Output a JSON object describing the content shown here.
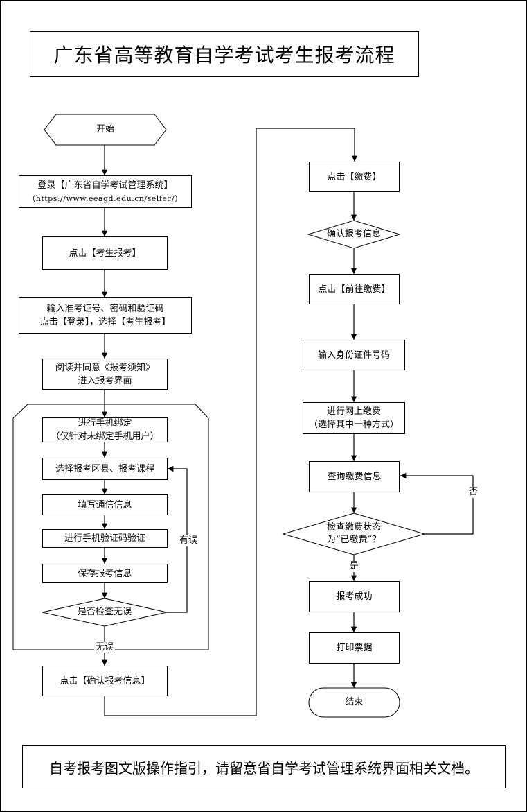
{
  "title": "广东省高等教育自学考试考生报考流程",
  "footer": "自考报考图文版操作指引，请留意省自学考试管理系统界面相关文档。",
  "left_flow": {
    "start": "开始",
    "login": [
      "登录【广东省自学考试管理系统】",
      "（https://www.eeagd.edu.cn/selfec/）"
    ],
    "click_apply": "点击【考生报考】",
    "input_credentials": [
      "输入准考证号、密码和验证码",
      "点击【登录】，选择【考生报考】"
    ],
    "read_notice": [
      "阅读并同意《报考须知》",
      "进入报考界面"
    ],
    "bind_phone": [
      "进行手机绑定",
      "（仅针对未绑定手机用户）"
    ],
    "select_courses": "选择报考区县、报考课程",
    "fill_contact": "填写通信信息",
    "verify_code": "进行手机验证码验证",
    "save_info": "保存报考信息",
    "check_decision": "是否检查无误",
    "label_error": "有误",
    "label_ok": "无误",
    "confirm_info": "点击【确认报考信息】"
  },
  "right_flow": {
    "click_pay": "点击【缴费】",
    "confirm_info": "确认报考信息",
    "go_pay": "点击【前往缴费】",
    "input_id": "输入身份证件号码",
    "online_pay": [
      "进行网上缴费",
      "（选择其中一种方式）"
    ],
    "query_pay": "查询缴费信息",
    "check_status": [
      "检查缴费状态",
      "为“已缴费”？"
    ],
    "label_no": "否",
    "label_yes": "是",
    "success": "报考成功",
    "print_receipt": "打印票据",
    "end": "结束"
  }
}
